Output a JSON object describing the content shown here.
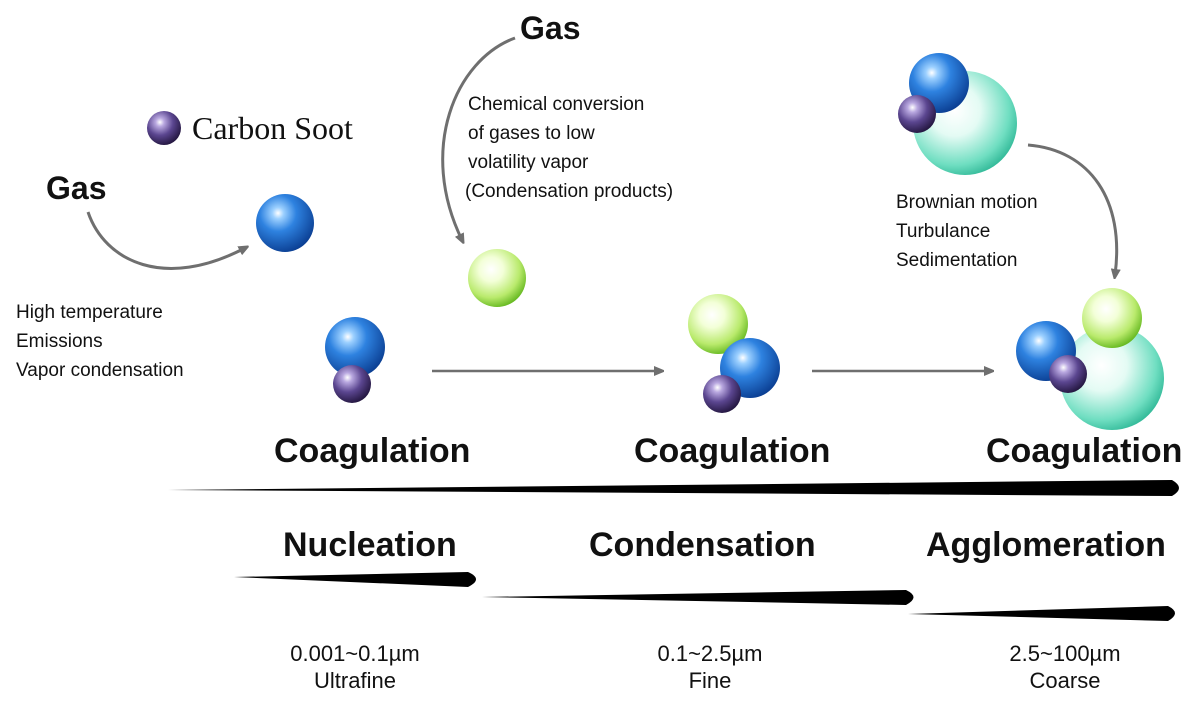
{
  "labels": {
    "gas_left": "Gas",
    "gas_top": "Gas",
    "carbon_soot": "Carbon Soot"
  },
  "notes": {
    "left": [
      "High temperature",
      "Emissions",
      "Vapor condensation"
    ],
    "top": [
      "Chemical conversion",
      "of gases to low",
      "volatility vapor",
      "(Condensation products)"
    ],
    "right": [
      "Brownian motion",
      "Turbulance",
      "Sedimentation"
    ]
  },
  "coagulation": [
    "Coagulation",
    "Coagulation",
    "Coagulation"
  ],
  "stages": [
    {
      "name": "Nucleation",
      "range": "0.001~0.1µm",
      "class": "Ultrafine"
    },
    {
      "name": "Condensation",
      "range": "0.1~2.5µm",
      "class": "Fine"
    },
    {
      "name": "Agglomeration",
      "range": "2.5~100µm",
      "class": "Coarse"
    }
  ],
  "colors": {
    "blue_particle": "#1a63c8",
    "green_particle": "#8fd32a",
    "purple_particle": "#4a3575",
    "teal_particle": "#3fd3b0",
    "arrow": "#6f6f6f",
    "wedge": "#000000"
  }
}
